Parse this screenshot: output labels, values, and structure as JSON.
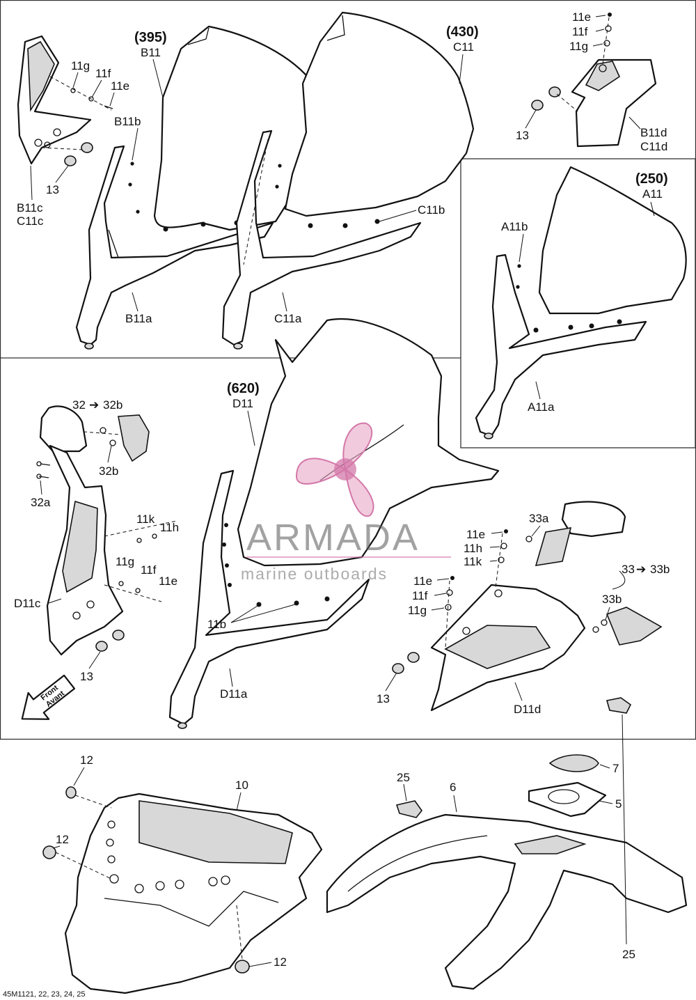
{
  "diagram": {
    "reference": "45M1121, 22, 23, 24, 25",
    "watermark": {
      "brand": "ARMADA",
      "tagline": "marine outboards"
    },
    "direction_arrow": {
      "line1": "Front",
      "line2": "Avant"
    },
    "windshields": [
      {
        "id": "B11",
        "height": "(395)",
        "code": "B11",
        "labels": [
          "B11a",
          "B11b",
          "B11c",
          "C11c",
          "B11d"
        ]
      },
      {
        "id": "C11",
        "height": "(430)",
        "code": "C11",
        "labels": [
          "C11a",
          "C11b",
          "C11c",
          "C11d"
        ]
      },
      {
        "id": "A11",
        "height": "(250)",
        "code": "A11",
        "labels": [
          "A11a",
          "A11b"
        ]
      },
      {
        "id": "D11",
        "height": "(620)",
        "code": "D11",
        "labels": [
          "D11a",
          "11b",
          "D11c",
          "D11d"
        ]
      }
    ],
    "callouts": {
      "top_left": {
        "g": "11g",
        "f": "11f",
        "e": "11e",
        "washer": "13",
        "c1": "B11c",
        "c2": "C11c"
      },
      "top_center": {
        "b11b": "B11b",
        "b11a": "B11a",
        "c11a": "C11a",
        "c11b": "C11b"
      },
      "top_right": {
        "e": "11e",
        "f": "11f",
        "g": "11g",
        "washer": "13",
        "d1": "B11d",
        "d2": "C11d"
      },
      "a_box": {
        "b": "A11b",
        "a": "A11a"
      },
      "mid_left": {
        "mirror": "32",
        "mirror_to": "32b",
        "b": "32b",
        "a": "32a",
        "k": "11k",
        "h": "11h",
        "g": "11g",
        "f": "11f",
        "e": "11e",
        "c": "D11c",
        "washer": "13"
      },
      "mid_center": {
        "b": "11b",
        "a": "D11a"
      },
      "mid_right": {
        "e": "11e",
        "h": "11h",
        "k": "11k",
        "e2": "11e",
        "f": "11f",
        "g": "11g",
        "m33a": "33a",
        "m33": "33",
        "m33to": "33b",
        "m33b": "33b",
        "washer": "13",
        "d": "D11d"
      },
      "bottom": {
        "grommet_a": "12",
        "grommet_b": "12",
        "grommet_c": "12",
        "panel": "10",
        "clip_a": "25",
        "clip_b": "25",
        "console": "6",
        "plate": "5",
        "ring": "7"
      }
    }
  }
}
